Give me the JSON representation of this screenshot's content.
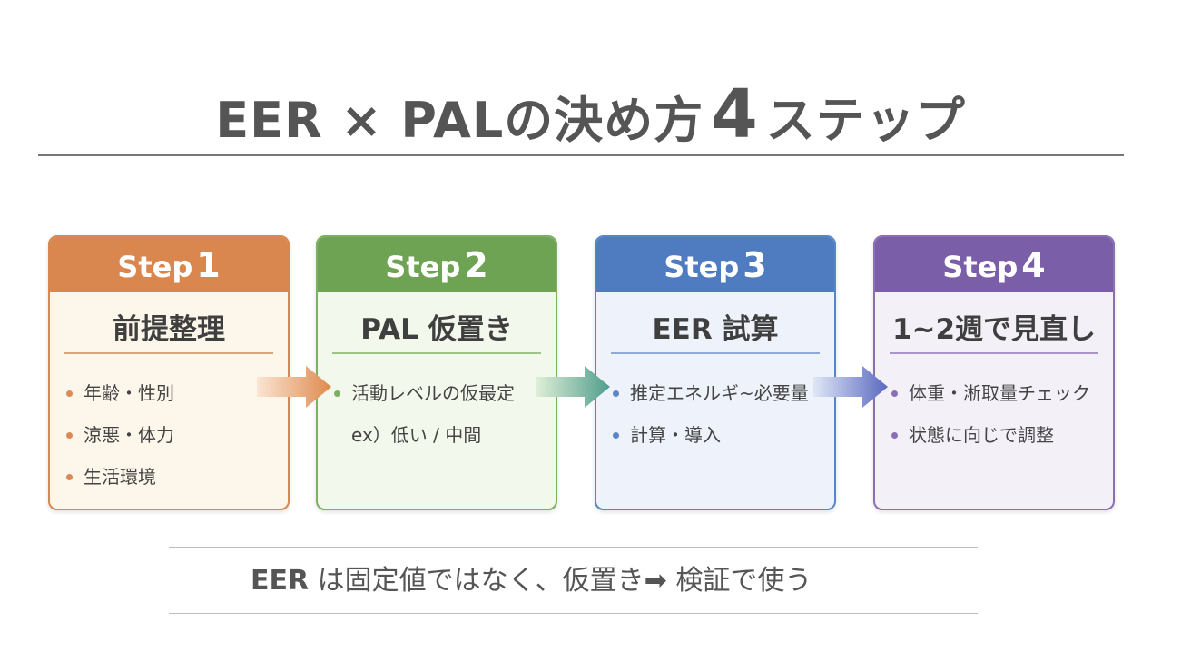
{
  "title": {
    "prefix": "EER × PALの決め方",
    "number": "4",
    "suffix": "ステップ"
  },
  "steps": [
    {
      "label": "Step",
      "number": "1",
      "title": "前提整理",
      "items": [
        "年齢・性別",
        "涼悪・体力",
        "生活環境"
      ],
      "colors": {
        "header": "#d9874e",
        "border": "#d9874e",
        "body": "#fdf6ea",
        "dot": "#d98a55",
        "rule": "#d9a67d"
      }
    },
    {
      "label": "Step",
      "number": "2",
      "title": "PAL 仮置き",
      "items": [
        "活動レベルの仮最定",
        "ex）低い / 中間"
      ],
      "colors": {
        "header": "#6fa354",
        "border": "#7cb063",
        "body": "#f3f8ec",
        "dot": "#7cb063",
        "rule": "#9cc489"
      }
    },
    {
      "label": "Step",
      "number": "3",
      "title": "EER 試算",
      "items": [
        "推定エネルギ~必要量",
        "計算・導入"
      ],
      "colors": {
        "header": "#4f7cc0",
        "border": "#5b86c6",
        "body": "#eef3fb",
        "dot": "#5b86c6",
        "rule": "#8ea9d6"
      }
    },
    {
      "label": "Step",
      "number": "4",
      "title": "1~2週で見直し",
      "items": [
        "体重・淅取量チェック",
        "状態に向じで調整"
      ],
      "colors": {
        "header": "#7b5ea8",
        "border": "#8a6fb3",
        "body": "#f4f0f8",
        "dot": "#8a6fb3",
        "rule": "#a894c7"
      }
    }
  ],
  "arrows": [
    {
      "from": "#fbe5d3",
      "to": "#de8a4d"
    },
    {
      "from": "#e0efd8",
      "to": "#4f9d8c"
    },
    {
      "from": "#dfe7f5",
      "to": "#5a68c0"
    }
  ],
  "footer": {
    "eer": "EER",
    "text1": " は固定値ではなく、仮置き",
    "arrow": "➡",
    "text2": " 検証で使う"
  }
}
